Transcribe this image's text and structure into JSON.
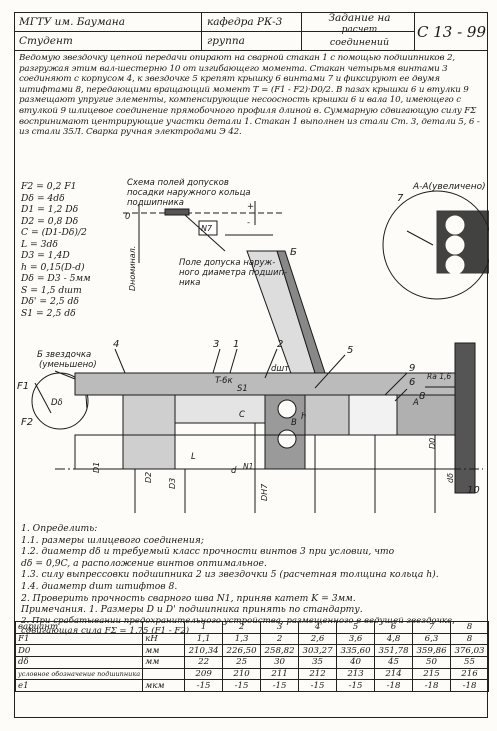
{
  "header": {
    "university": "МГТУ им. Баумана",
    "student_label": "Студент",
    "department": "кафедра РК-3",
    "group_label": "группа",
    "task_line1": "Задание на",
    "task_line2": "расчет",
    "task_line3": "соединений",
    "code": "С 13 - 99"
  },
  "description": "Ведомую звездочку цепной передачи опирают на сварной стакан 1 с помощью подшипников 2, разгружая этим вал-шестерню 10 от изгибающего момента. Стакан четырьмя винтами 3 соединяют с корпусом 4, к звездочке 5 крепят крышку 6 винтами 7 и фиксируют ее двумя штифтами 8, передающими вращающий момент T = (F1 - F2)·D0/2. В пазах крышки 6 и втулки 9 размещают упругие элементы, компенсирующие несоосность крышки 6 и вала 10, имеющего с втулкой 9 шлицевое соединение прямобочного профиля длиной в. Суммарную сдвигающую силу FΣ воспринимают центрирующие участки детали 1. Стакан 1 выполнен из стали Ст. 3, детали 5, 6 - из стали 35Л. Сварка ручная электродами Э 42.",
  "formulas": [
    "F2 = 0,2 F1",
    "Dδ = 4dδ",
    "D1 = 1,2 Dδ",
    "D2 = 0,8 Dδ",
    "C = (D1-Dδ)/2",
    "L = 3dδ",
    "D3 = 1,4D",
    "h = 0,15(D-d)",
    "Dδ = D3 - 5мм",
    "S = 1,5 dшт",
    "Dδ' = 2,5 dδ",
    "S1 = 2,5 dδ"
  ],
  "drawing": {
    "scheme_title_1": "Схема полей допусков",
    "scheme_title_2": "посадки наружного кольца",
    "scheme_title_3": "подшипника",
    "zero": "0",
    "plus": "+",
    "minus": "-",
    "n7": "N7",
    "dnom": "Dноминал.",
    "field_1": "Поле допуска наруж-",
    "field_2": "ного диаметра подшип-",
    "field_3": "ника",
    "view_a": "А-А(увеличено)",
    "sprocket_1": "Б звездочка",
    "sprocket_2": "(уменьшено)",
    "view_b": "Б",
    "f1": "F1",
    "f2": "F2",
    "d6": "Dδ",
    "dshaft": "dшт",
    "tbk": "T-6к",
    "ra": "Ra 1,6",
    "n1": "N1",
    "num4": "4",
    "num3": "3",
    "num1": "1",
    "num2": "2",
    "num5": "5",
    "num6": "6",
    "num7": "7",
    "num8": "8",
    "num9": "9",
    "num10": "10",
    "lbl_a": "А",
    "lbl_b": "В",
    "lbl_h": "h",
    "lbl_s1": "S1",
    "lbl_c": "C",
    "lbl_l": "L",
    "lbl_d": "d",
    "lbl_d1": "D1",
    "lbl_d2": "D2",
    "lbl_d3": "D3",
    "lbl_d0": "D0",
    "lbl_ds": "dδ",
    "lbl_dh7": "DH7"
  },
  "tasks": [
    "1. Определить:",
    "1.1. размеры шлицевого соединения;",
    "1.2. диаметр dδ и требуемый класс прочности винтов 3 при условии, что",
    "dδ = 0,9C, а расположение винтов оптимальное.",
    "1.3. силу выпрессовки подшипника 2 из звездочки 5 (расчетная толщина кольца h).",
    "1.4. диаметр dшт штифтов 8.",
    "2. Проверить прочность сварного шва N1, приняв катет K = 3мм.",
    "Примечания. 1. Размеры D и D' подшипника принять по стандарту.",
    "2. При срабатывании предохранительного устройства, размещенного в ведущей звездочке, сдвигающая сила FΣ = 1,75 (F1 - F2)"
  ],
  "table": {
    "head": [
      "вариант",
      "",
      "1",
      "2",
      "3",
      "4",
      "5",
      "6",
      "7",
      "8"
    ],
    "rows": [
      [
        "F1",
        "кН",
        "1,1",
        "1,3",
        "2",
        "2,6",
        "3,6",
        "4,8",
        "6,3",
        "8"
      ],
      [
        "D0",
        "мм",
        "210,34",
        "226,50",
        "258,82",
        "303,27",
        "335,60",
        "351,78",
        "359,86",
        "376,03"
      ],
      [
        "dδ",
        "мм",
        "22",
        "25",
        "30",
        "35",
        "40",
        "45",
        "50",
        "55"
      ],
      [
        "условное обозначение подшипника",
        "",
        "209",
        "210",
        "211",
        "212",
        "213",
        "214",
        "215",
        "216"
      ],
      [
        "e1",
        "мкм",
        "-15",
        "-15",
        "-15",
        "-15",
        "-15",
        "-18",
        "-18",
        "-18"
      ]
    ]
  }
}
